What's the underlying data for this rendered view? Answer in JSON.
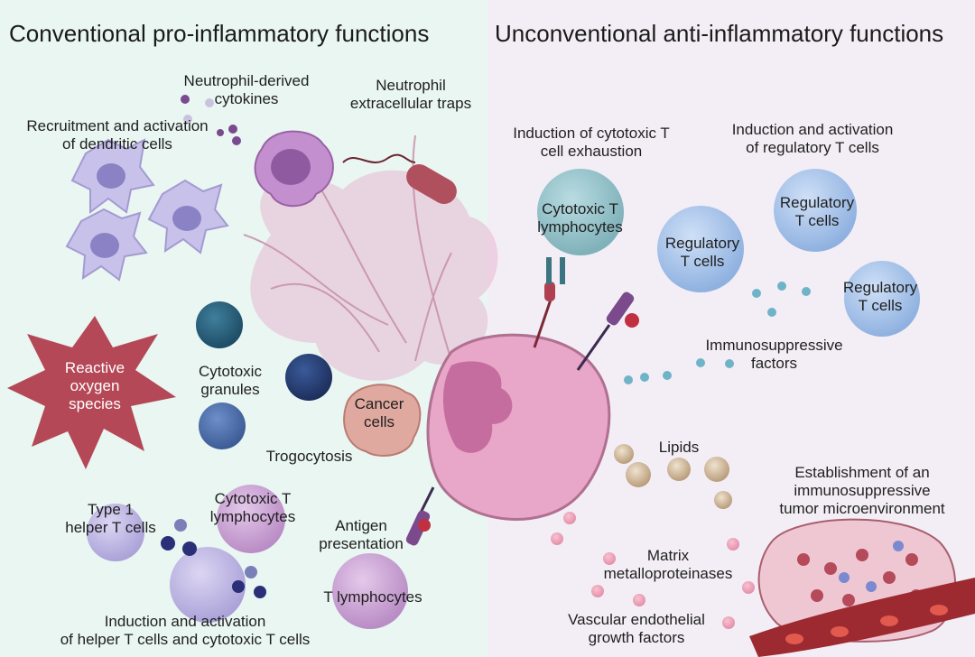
{
  "panels": {
    "left_title": "Conventional pro-inflammatory functions",
    "right_title": "Unconventional anti-inflammatory functions",
    "left_color": "#e9f6f1",
    "right_color": "#f3eef6"
  },
  "labels": {
    "neutrophil_cytokines": [
      "Neutrophil-derived",
      "cytokines"
    ],
    "nets": [
      "Neutrophil",
      "extracellular traps"
    ],
    "dendritic": [
      "Recruitment and activation",
      "of dendritic cells"
    ],
    "ros": [
      "Reactive",
      "oxygen",
      "species"
    ],
    "granules": [
      "Cytotoxic",
      "granules"
    ],
    "cancer": [
      "Cancer",
      "cells"
    ],
    "trogocytosis": "Trogocytosis",
    "th1": [
      "Type 1",
      "helper T cells"
    ],
    "ctl_left": [
      "Cytotoxic T",
      "lymphocytes"
    ],
    "antigen": [
      "Antigen",
      "presentation"
    ],
    "t_lymph": "T lymphocytes",
    "helper_induction": [
      "Induction and activation",
      "of helper T cells and cytotoxic T cells"
    ],
    "exhaustion": [
      "Induction of cytotoxic T",
      "cell exhaustion"
    ],
    "ctl_right": [
      "Cytotoxic T",
      "lymphocytes"
    ],
    "treg_induction": [
      "Induction and activation",
      "of regulatory T cells"
    ],
    "treg1": [
      "Regulatory",
      "T cells"
    ],
    "treg2": [
      "Regulatory",
      "T cells"
    ],
    "treg3": [
      "Regulatory",
      "T cells"
    ],
    "immunosuppressive": [
      "Immunosuppressive",
      "factors"
    ],
    "lipids": "Lipids",
    "tme": [
      "Establishment of an",
      "immunosuppressive",
      "tumor microenvironment"
    ],
    "mmp": [
      "Matrix",
      "metalloproteinases"
    ],
    "vegf": [
      "Vascular endothelial",
      "growth factors"
    ]
  },
  "icons": [
    "neutrophil",
    "dendritic-cell",
    "bacterium",
    "granule",
    "t-cell",
    "blood-vessel",
    "receptor"
  ]
}
